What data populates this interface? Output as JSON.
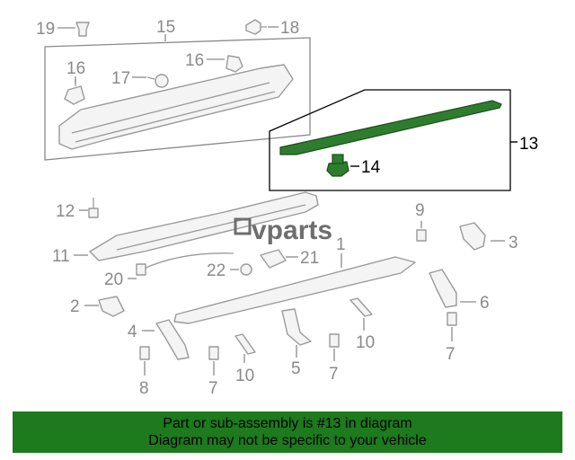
{
  "colors": {
    "highlight": "#2e7d2e",
    "banner": "#1d7a1d",
    "gray": "#8a8a8a"
  },
  "watermark": "vparts",
  "callouts": {
    "c19": "19",
    "c15": "15",
    "c18": "18",
    "c16a": "16",
    "c16b": "16",
    "c17": "17",
    "c13": "13",
    "c14": "14",
    "c12": "12",
    "c9": "9",
    "c3": "3",
    "c1": "1",
    "c11": "11",
    "c21": "21",
    "c22": "22",
    "c20": "20",
    "c2": "2",
    "c6": "6",
    "c4": "4",
    "c7a": "7",
    "c7b": "7",
    "c7c": "7",
    "c8": "8",
    "c10a": "10",
    "c10b": "10",
    "c5": "5"
  },
  "banner": {
    "line1": "Part or sub-assembly is #13 in diagram",
    "line2": "Diagram may not be specific to your vehicle"
  }
}
